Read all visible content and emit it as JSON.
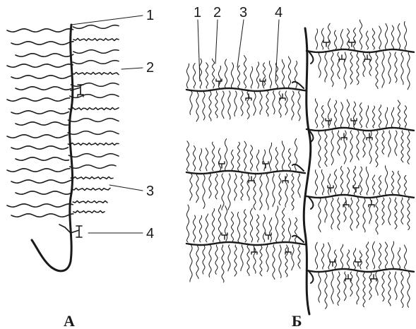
{
  "panel_a": {
    "label": "А",
    "callouts": [
      "1",
      "2",
      "3",
      "4"
    ]
  },
  "panel_b": {
    "label": "Б",
    "callouts": [
      "1",
      "2",
      "3",
      "4"
    ]
  }
}
